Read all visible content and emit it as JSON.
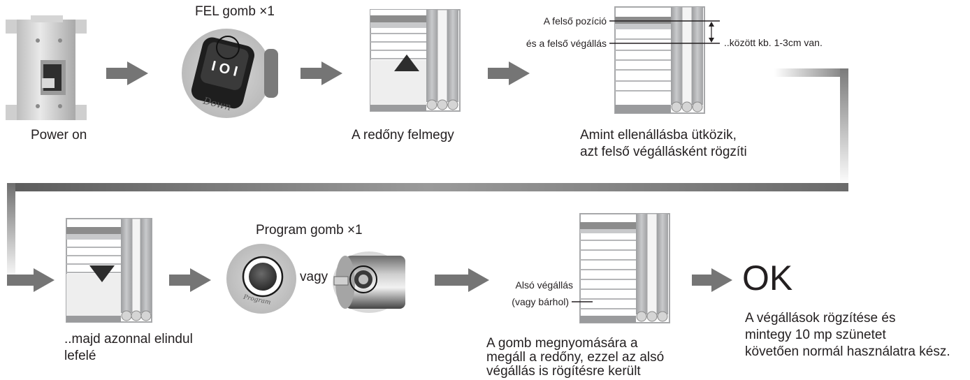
{
  "row1": {
    "power_caption": "Power on",
    "fel_label": "FEL gomb ×1",
    "switch_text": "Down",
    "rises_caption": "A redőny felmegy",
    "top_position_label": "A felső pozíció",
    "top_limit_label": "és a felső végállás",
    "gap_note": "..között kb. 1-3cm van.",
    "resistance_line1": "Amint ellenállásba ütközik,",
    "resistance_line2": "azt felső végállásként rögzíti"
  },
  "row2": {
    "down_line1": "..majd azonnal elindul",
    "down_line2": "lefelé",
    "program_label": "Program gomb  ×1",
    "button_text": "Program",
    "or_label": "vagy",
    "bottom_limit_label": "Alsó végállás",
    "anywhere_label": "(vagy bárhol)",
    "press_line1": "A gomb megnyomására a",
    "press_line2": "megáll a redőny, ezzel az alsó",
    "press_line3": "végállás is rögítésre került",
    "ok_label": "OK",
    "final_line1": "A végállások rögzítése és",
    "final_line2": "mintegy 10 mp szünetet",
    "final_line3": "követően normál használatra kész."
  },
  "colors": {
    "arrow": "#757575",
    "shutter_frame": "#a7a8aa",
    "shutter_top_band": "#8c8c8c",
    "text": "#231f20"
  }
}
